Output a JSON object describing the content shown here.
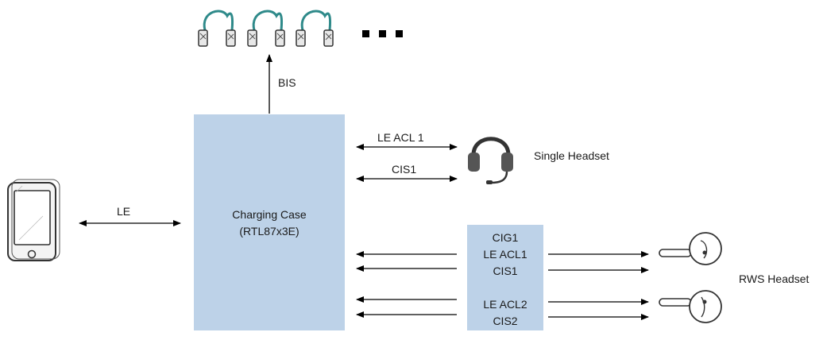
{
  "labels": {
    "bis": "BIS",
    "le": "LE",
    "le_acl_1": "LE ACL 1",
    "cis1_single": "CIS1",
    "single_headset": "Single Headset",
    "rws_headset": "RWS Headset",
    "dots": "..."
  },
  "charging_case": {
    "line1": "Charging Case",
    "line2": "(RTL87x3E)"
  },
  "cig_box": {
    "cig1": "CIG1",
    "le_acl1": "LE ACL1",
    "cis1": "CIS1",
    "le_acl2": "LE ACL2",
    "cis2": "CIS2"
  },
  "colors": {
    "box_fill": "#bdd2e8",
    "headphone_band": "#2f8a8a",
    "arrow": "#000000"
  }
}
